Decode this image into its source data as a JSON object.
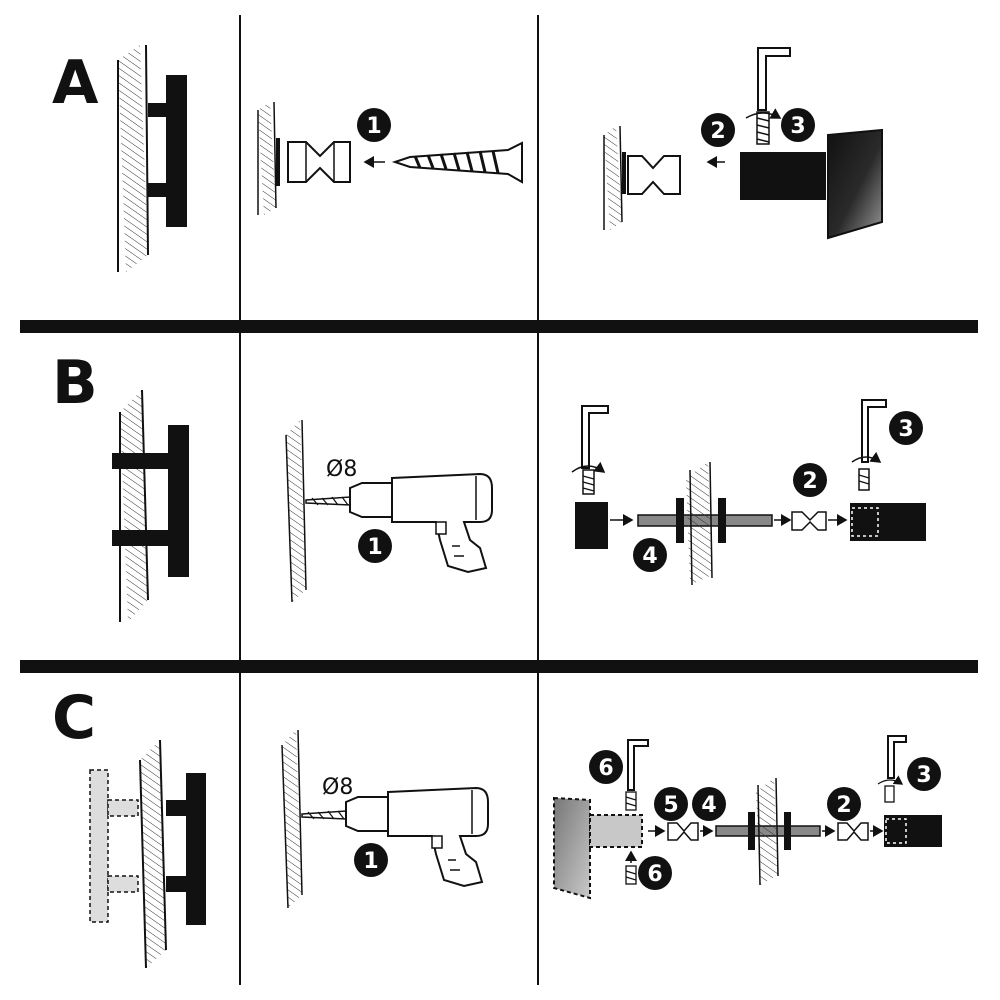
{
  "rows": [
    {
      "letter": "A",
      "numbers": [
        "1",
        "2",
        "3"
      ]
    },
    {
      "letter": "B",
      "drill_label": "Ø8",
      "numbers": [
        "1",
        "2",
        "3",
        "4"
      ]
    },
    {
      "letter": "C",
      "drill_label": "Ø8",
      "numbers": [
        "1",
        "6",
        "5",
        "4",
        "2",
        "3",
        "6"
      ]
    }
  ],
  "colors": {
    "ink": "#111111",
    "grey_fill": "#b5b5b5",
    "light_grey_fill": "#dddddd"
  },
  "icons": [
    "wall-hatch-icon",
    "screw-icon",
    "hex-key-icon",
    "drill-icon",
    "spacer-icon",
    "threaded-rod-icon"
  ]
}
